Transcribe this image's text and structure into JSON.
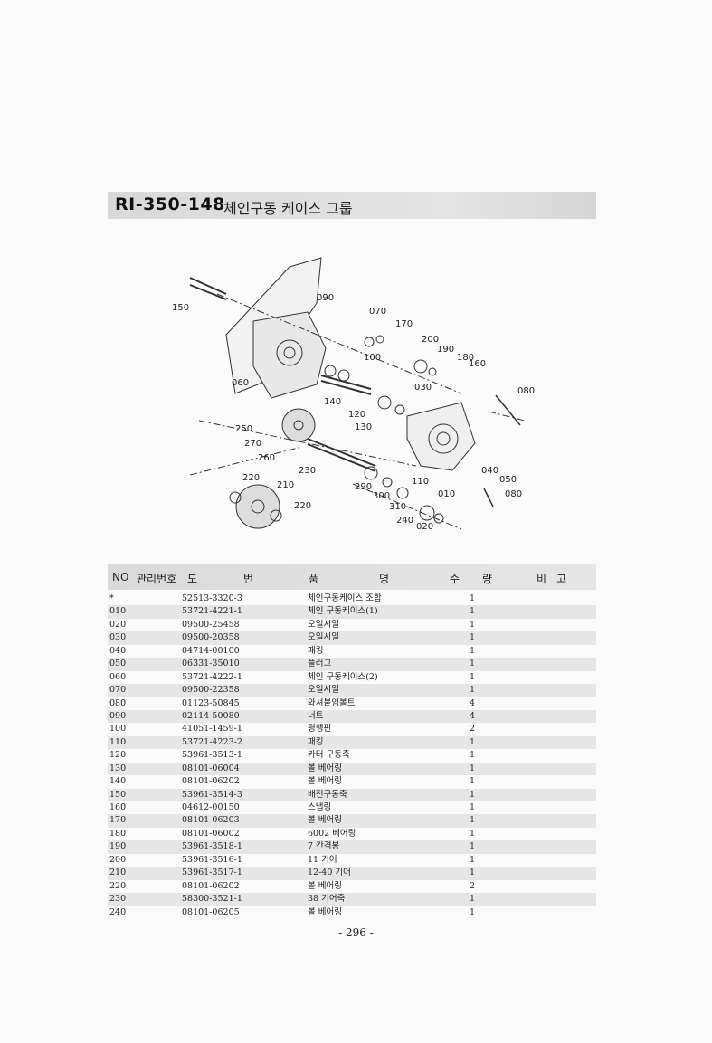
{
  "title": {
    "code": "RI-350-148",
    "name": "체인구동 케이스 그룹"
  },
  "diagram_labels": [
    "150",
    "090",
    "070",
    "170",
    "200",
    "190",
    "180",
    "160",
    "100",
    "060",
    "030",
    "080",
    "140",
    "120",
    "130",
    "250",
    "270",
    "260",
    "230",
    "040",
    "050",
    "080",
    "220",
    "210",
    "290",
    "110",
    "010",
    "300",
    "310",
    "220",
    "240",
    "020"
  ],
  "table": {
    "headers": {
      "no": "NO",
      "mgmt": "관리번호",
      "drawing": "도",
      "drawing2": "번",
      "name": "품",
      "name2": "명",
      "qty": "수",
      "qty2": "량",
      "note": "비",
      "note2": "고"
    },
    "rows": [
      {
        "no": "*",
        "drawing": "52513-3320-3",
        "name": "체인구동케이스 조합",
        "qty": "1"
      },
      {
        "no": "010",
        "drawing": "53721-4221-1",
        "name": "체인 구동케이스(1)",
        "qty": "1"
      },
      {
        "no": "020",
        "drawing": "09500-25458",
        "name": "오일시일",
        "qty": "1"
      },
      {
        "no": "030",
        "drawing": "09500-20358",
        "name": "오일시일",
        "qty": "1"
      },
      {
        "no": "040",
        "drawing": "04714-00100",
        "name": "패킹",
        "qty": "1"
      },
      {
        "no": "050",
        "drawing": "06331-35010",
        "name": "플러그",
        "qty": "1"
      },
      {
        "no": "060",
        "drawing": "53721-4222-1",
        "name": "체인 구동케이스(2)",
        "qty": "1"
      },
      {
        "no": "070",
        "drawing": "09500-22358",
        "name": "오일시일",
        "qty": "1"
      },
      {
        "no": "080",
        "drawing": "01123-50845",
        "name": "와셔붙임볼트",
        "qty": "4"
      },
      {
        "no": "090",
        "drawing": "02114-50080",
        "name": "너트",
        "qty": "4"
      },
      {
        "no": "100",
        "drawing": "41051-1459-1",
        "name": "평행핀",
        "qty": "2"
      },
      {
        "no": "110",
        "drawing": "53721-4223-2",
        "name": "패킹",
        "qty": "1"
      },
      {
        "no": "120",
        "drawing": "53961-3513-1",
        "name": "카터 구동축",
        "qty": "1"
      },
      {
        "no": "130",
        "drawing": "08101-06004",
        "name": "볼 베어링",
        "qty": "1"
      },
      {
        "no": "140",
        "drawing": "08101-06202",
        "name": "볼 베어링",
        "qty": "1"
      },
      {
        "no": "150",
        "drawing": "53961-3514-3",
        "name": "배전구동축",
        "qty": "1"
      },
      {
        "no": "160",
        "drawing": "04612-00150",
        "name": "스냅링",
        "qty": "1"
      },
      {
        "no": "170",
        "drawing": "08101-06203",
        "name": "볼 베어링",
        "qty": "1"
      },
      {
        "no": "180",
        "drawing": "08101-06002",
        "name": "6002 베어링",
        "qty": "1"
      },
      {
        "no": "190",
        "drawing": "53961-3518-1",
        "name": "7 간격봉",
        "qty": "1"
      },
      {
        "no": "200",
        "drawing": "53961-3516-1",
        "name": "11 기어",
        "qty": "1"
      },
      {
        "no": "210",
        "drawing": "53961-3517-1",
        "name": "12-40 기어",
        "qty": "1"
      },
      {
        "no": "220",
        "drawing": "08101-06202",
        "name": "볼 베어링",
        "qty": "2"
      },
      {
        "no": "230",
        "drawing": "58300-3521-1",
        "name": "38 기어축",
        "qty": "1"
      },
      {
        "no": "240",
        "drawing": "08101-06205",
        "name": "볼 베어링",
        "qty": "1"
      }
    ]
  },
  "page_number": "- 296 -"
}
